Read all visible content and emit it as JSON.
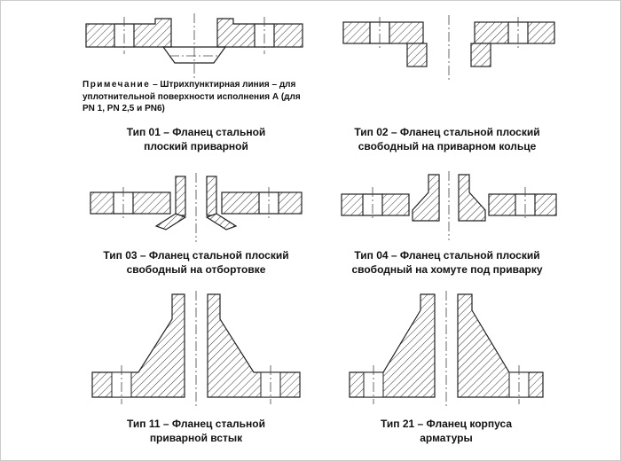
{
  "note": {
    "label": "Примечание",
    "text": "– Штрихпунктирная линия – для уплотнительной поверхности исполнения А (для PN 1, PN 2,5 и PN6)"
  },
  "figures": [
    {
      "id": "type-01",
      "caption_line1": "Тип 01 – Фланец стальной",
      "caption_line2": "плоский приварной"
    },
    {
      "id": "type-02",
      "caption_line1": "Тип 02 – Фланец стальной плоский",
      "caption_line2": "свободный на приварном кольце"
    },
    {
      "id": "type-03",
      "caption_line1": "Тип 03 – Фланец стальной плоский",
      "caption_line2": "свободный на отбортовке"
    },
    {
      "id": "type-04",
      "caption_line1": "Тип 04 – Фланец стальной плоский",
      "caption_line2": "свободный на хомуте под приварку"
    },
    {
      "id": "type-11",
      "caption_line1": "Тип 11 – Фланец стальной",
      "caption_line2": "приварной встык"
    },
    {
      "id": "type-21",
      "caption_line1": "Тип 21 – Фланец корпуса",
      "caption_line2": "арматуры"
    }
  ],
  "colors": {
    "line": "#222222",
    "hatch": "#3a3a3a",
    "background": "#ffffff",
    "border": "#cccccc"
  }
}
